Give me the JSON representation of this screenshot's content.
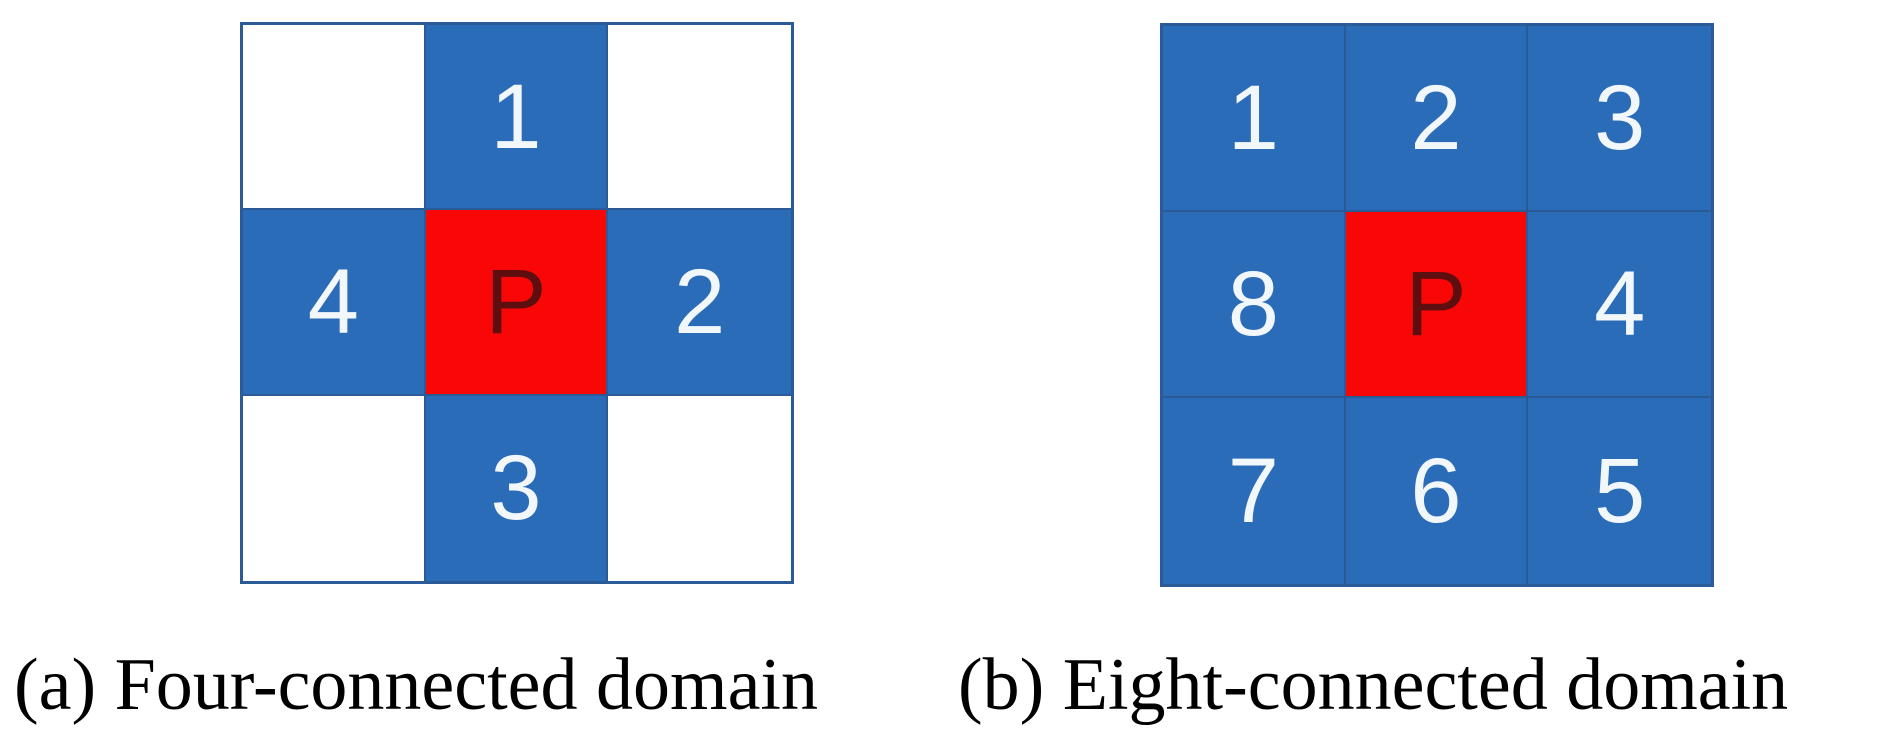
{
  "figure": {
    "colors": {
      "background": "#FFFFFF",
      "cell_blue": "#2B6CB9",
      "cell_red": "#F90707",
      "grid_line": "#2B5B96",
      "digit_text": "#F2F7FC",
      "p_text": "#5F0E10",
      "caption_text": "#000000"
    },
    "panels": [
      {
        "id": "a",
        "caption": "(a) Four-connected domain",
        "grid": {
          "rows": 3,
          "cols": 3,
          "center_label": "P",
          "cells": [
            {
              "label": "",
              "fill": "white"
            },
            {
              "label": "1",
              "fill": "blue"
            },
            {
              "label": "",
              "fill": "white"
            },
            {
              "label": "4",
              "fill": "blue"
            },
            {
              "label": "P",
              "fill": "red"
            },
            {
              "label": "2",
              "fill": "blue"
            },
            {
              "label": "",
              "fill": "white"
            },
            {
              "label": "3",
              "fill": "blue"
            },
            {
              "label": "",
              "fill": "white"
            }
          ]
        }
      },
      {
        "id": "b",
        "caption": "(b) Eight-connected domain",
        "grid": {
          "rows": 3,
          "cols": 3,
          "center_label": "P",
          "cells": [
            {
              "label": "1",
              "fill": "blue"
            },
            {
              "label": "2",
              "fill": "blue"
            },
            {
              "label": "3",
              "fill": "blue"
            },
            {
              "label": "8",
              "fill": "blue"
            },
            {
              "label": "P",
              "fill": "red"
            },
            {
              "label": "4",
              "fill": "blue"
            },
            {
              "label": "7",
              "fill": "blue"
            },
            {
              "label": "6",
              "fill": "blue"
            },
            {
              "label": "5",
              "fill": "blue"
            }
          ]
        }
      }
    ]
  }
}
